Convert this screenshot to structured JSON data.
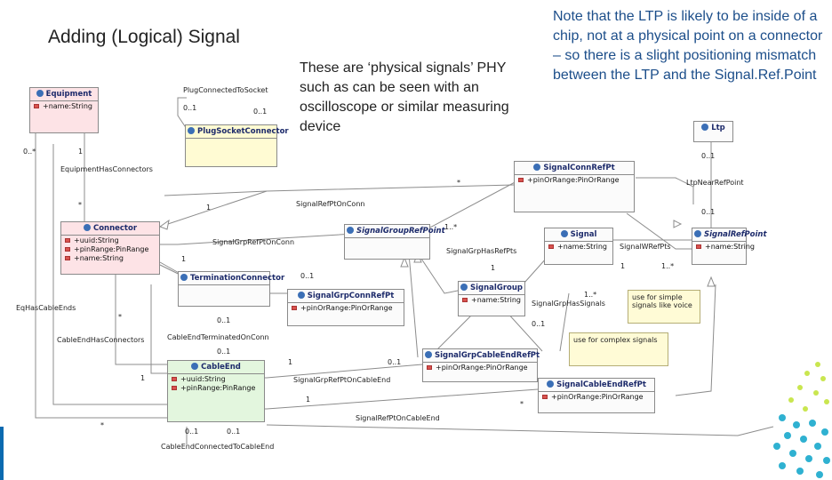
{
  "slide": {
    "title": "Adding (Logical) Signal",
    "note_physical": "These are ‘physical signals’ PHY such as can be seen with an oscilloscope or similar measuring device",
    "note_ltp": "Note that the LTP is likely to be inside of a chip, not at a physical point on a connector – so there is a slight positioning mismatch between the LTP and the Signal.Ref.Point"
  },
  "classes": {
    "equipment": {
      "name": "Equipment",
      "attrs": [
        "+name:String"
      ]
    },
    "plug_socket_connector": {
      "name": "PlugSocketConnector",
      "attrs": []
    },
    "connector": {
      "name": "Connector",
      "attrs": [
        "+uuid:String",
        "+pinRange:PinRange",
        "+name:String"
      ]
    },
    "termination_connector": {
      "name": "TerminationConnector",
      "attrs": []
    },
    "cable_end": {
      "name": "CableEnd",
      "attrs": [
        "+uuid:String",
        "+pinRange:PinRange"
      ]
    },
    "signal_conn_ref_pt": {
      "name": "SignalConnRefPt",
      "attrs": [
        "+pinOrRange:PinOrRange"
      ]
    },
    "ltp": {
      "name": "Ltp",
      "attrs": []
    },
    "signal_group_ref_point": {
      "name": "SignalGroupRefPoint",
      "attrs": []
    },
    "signal": {
      "name": "Signal",
      "attrs": [
        "+name:String"
      ]
    },
    "signal_ref_point": {
      "name": "SignalRefPoint",
      "attrs": [
        "+name:String"
      ]
    },
    "signal_grp_conn_ref_pt": {
      "name": "SignalGrpConnRefPt",
      "attrs": [
        "+pinOrRange:PinOrRange"
      ]
    },
    "signal_group": {
      "name": "SignalGroup",
      "attrs": [
        "+name:String"
      ]
    },
    "signal_grp_cable_end_ref_pt": {
      "name": "SignalGrpCableEndRefPt",
      "attrs": [
        "+pinOrRange:PinOrRange"
      ]
    },
    "signal_cable_end_ref_pt": {
      "name": "SignalCableEndRefPt",
      "attrs": [
        "+pinOrRange:PinOrRange"
      ]
    }
  },
  "notes": {
    "simple": "use for simple signals like voice",
    "complex": "use for complex signals"
  },
  "associations": {
    "plug_connected_to_socket": "PlugConnectedToSocket",
    "equipment_has_connectors": "EquipmentHasConnectors",
    "signal_ref_pt_on_conn": "SignalRefPtOnConn",
    "signal_grp_ref_pt_on_conn": "SignalGrpRefPtOnConn",
    "signal_grp_has_ref_pts": "SignalGrpHasRefPts",
    "signal_w_ref_pts": "SignalWRefPts",
    "ltp_near_ref_point": "LtpNearRefPoint",
    "eq_has_cable_ends": "EqHasCableEnds",
    "cable_end_has_connectors": "CableEndHasConnectors",
    "cable_end_terminated_on_conn": "CableEndTerminatedOnConn",
    "signal_grp_ref_pt_on_cable_end": "SignalGrpRefPtOnCableEnd",
    "signal_grp_has_signals": "SignalGrpHasSignals",
    "signal_ref_pt_on_cable_end": "SignalRefPtOnCableEnd",
    "cable_end_connected_to_cable_end": "CableEndConnectedToCableEnd"
  },
  "multiplicities": {
    "m_01": "0..1",
    "m_1": "1",
    "m_star": "*",
    "m_0star": "0..*",
    "m_1star": "1..*"
  }
}
